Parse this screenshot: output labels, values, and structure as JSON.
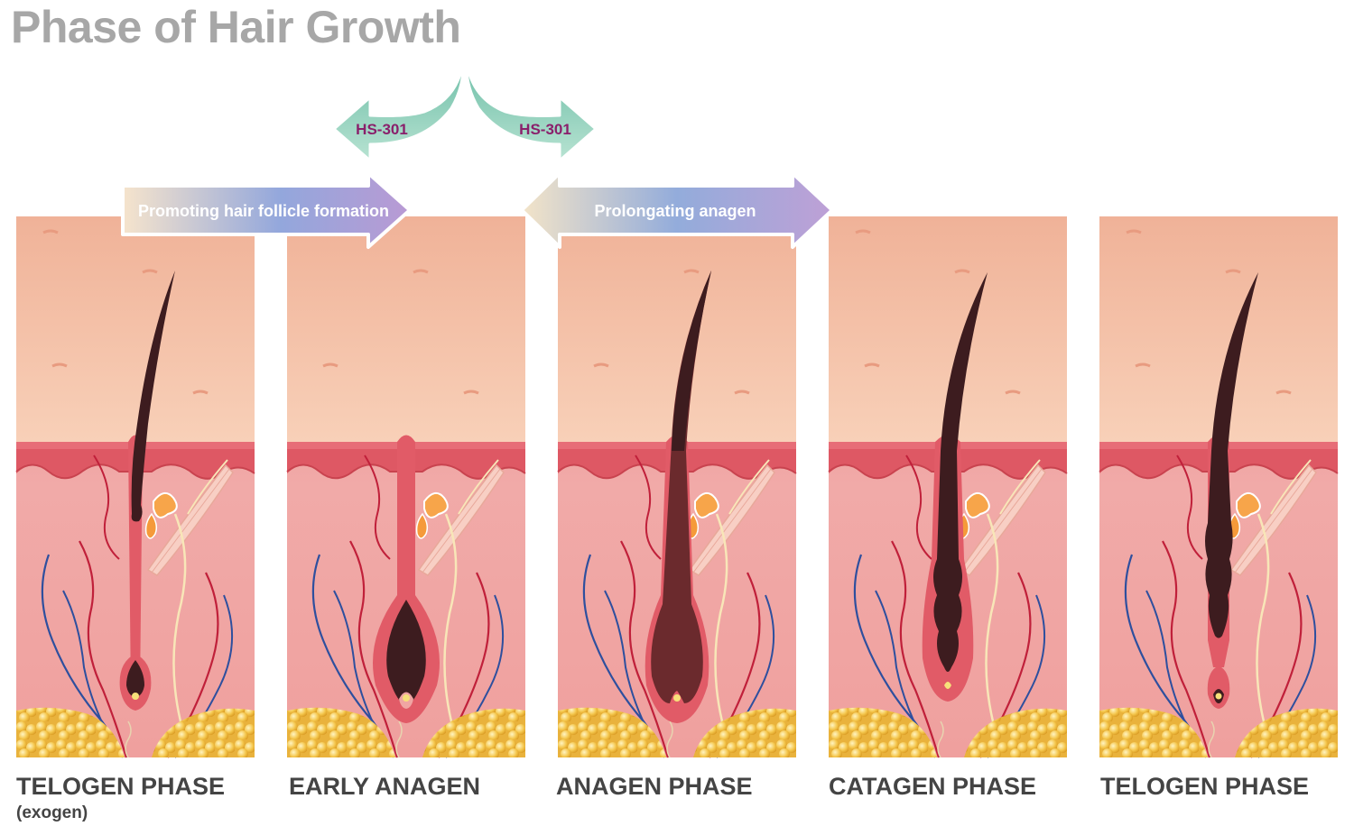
{
  "title": "Phase of Hair Growth",
  "top_arrows": {
    "left_label": "HS-301",
    "right_label": "HS-301"
  },
  "process_arrows": {
    "left_label": "Promoting hair follicle formation",
    "right_label": "Prolongating anagen"
  },
  "phases": [
    {
      "label": "TELOGEN PHASE",
      "sub": "(exogen)"
    },
    {
      "label": "EARLY ANAGEN",
      "sub": ""
    },
    {
      "label": "ANAGEN PHASE",
      "sub": ""
    },
    {
      "label": "CATAGEN PHASE",
      "sub": ""
    },
    {
      "label": "TELOGEN PHASE",
      "sub": ""
    }
  ],
  "colors": {
    "title": "#a7a7a7",
    "epidermis_top": "#f0b79d",
    "epidermis_bottom": "#f7cdb4",
    "dermis_top": "#d94e5c",
    "dermis": "#f0a5a3",
    "hair": "#3d1c1f",
    "fat": "#f2c24a",
    "hs_arrow": "#8ccfb8",
    "hs_text": "#8a1f6b",
    "label": "#444444"
  }
}
